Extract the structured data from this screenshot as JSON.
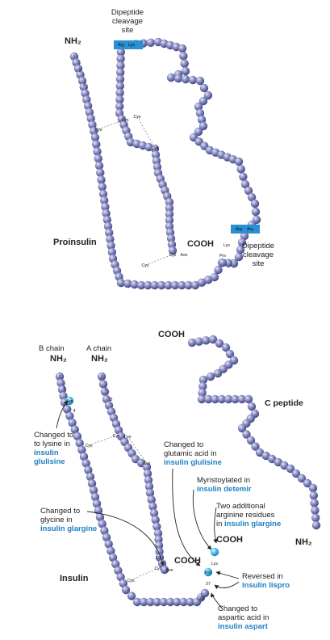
{
  "proinsulin": {
    "top_site": [
      "Dipeptide",
      "cleavage",
      "site"
    ],
    "nh2": "NH₂",
    "right_site": [
      "Dipeptide",
      "cleavage",
      "site"
    ],
    "cooh": "COOH",
    "title": "Proinsulin",
    "residues": {
      "n1": "1",
      "n2": "2",
      "n3": "3",
      "arg_top": "Arg",
      "lys_top": "Lys",
      "arg_r1": "Arg",
      "arg_r2": "Arg",
      "lys_r": "Lys",
      "pro_r": "Pro",
      "cys_a": "Cys",
      "cys_b": "Cys",
      "cys_c": "Cys",
      "cys_d": "Cys",
      "cys_e": "Cys",
      "cys_f": "Cys",
      "asn": "Asn"
    }
  },
  "insulin": {
    "b_chain": "B chain",
    "a_chain": "A chain",
    "b_nh2": "NH₂",
    "a_nh2": "NH₂",
    "cooh_top": "COOH",
    "c_peptide": "C peptide",
    "c_nh2": "NH₂",
    "cooh_b": "COOH",
    "cooh_a": "COOH",
    "title": "Insulin",
    "residues": {
      "b1": "1",
      "b2": "2",
      "b3": "3",
      "b4": "4",
      "a1": "1",
      "a2": "2",
      "a3": "3",
      "asn_b3": "Asn",
      "cys_a": "Cys",
      "cys_b": "Cys",
      "cys_c": "Cys",
      "cys_d": "Cys",
      "cys_e": "Cys",
      "cys_f": "Cys",
      "n19": "19",
      "asn_a21": "Asn",
      "lys": "Lys",
      "pro": "Pro",
      "n27": "27",
      "n28": "28"
    },
    "annotations": {
      "glulisine_b3": {
        "lines": [
          "Changed to",
          "to lysine in"
        ],
        "hl": [
          "insulin",
          "glulisine"
        ]
      },
      "glargine_a21": {
        "lines": [
          "Changed to",
          "glycine in"
        ],
        "hl": [
          "insulin glargine"
        ]
      },
      "glulisine_b29": {
        "lines": [
          "Changed to",
          "glutamic acid in"
        ],
        "hl": [
          "insulin glulisine"
        ]
      },
      "detemir": {
        "lines": [
          "Myristoylated in"
        ],
        "hl": [
          "insulin detemir"
        ]
      },
      "two_arg": {
        "lines": [
          "Two additional",
          "arginine residues",
          "in "
        ],
        "hl": [
          "insulin glargine"
        ]
      },
      "lispro": {
        "lines": [
          "Reversed in"
        ],
        "hl": [
          "insulin lispro"
        ]
      },
      "aspart": {
        "lines": [
          "Changed to",
          "aspartic acid in"
        ],
        "hl": [
          "insulin aspart"
        ]
      }
    }
  },
  "colors": {
    "bead": "#7b7fb8",
    "bead_dark": "#4e5290",
    "bead_light": "#c9cbe8",
    "highlight_bead": "#3fb3e6",
    "highlight_box": "#2b8fd6",
    "callout_text": "#1f7fc4"
  }
}
